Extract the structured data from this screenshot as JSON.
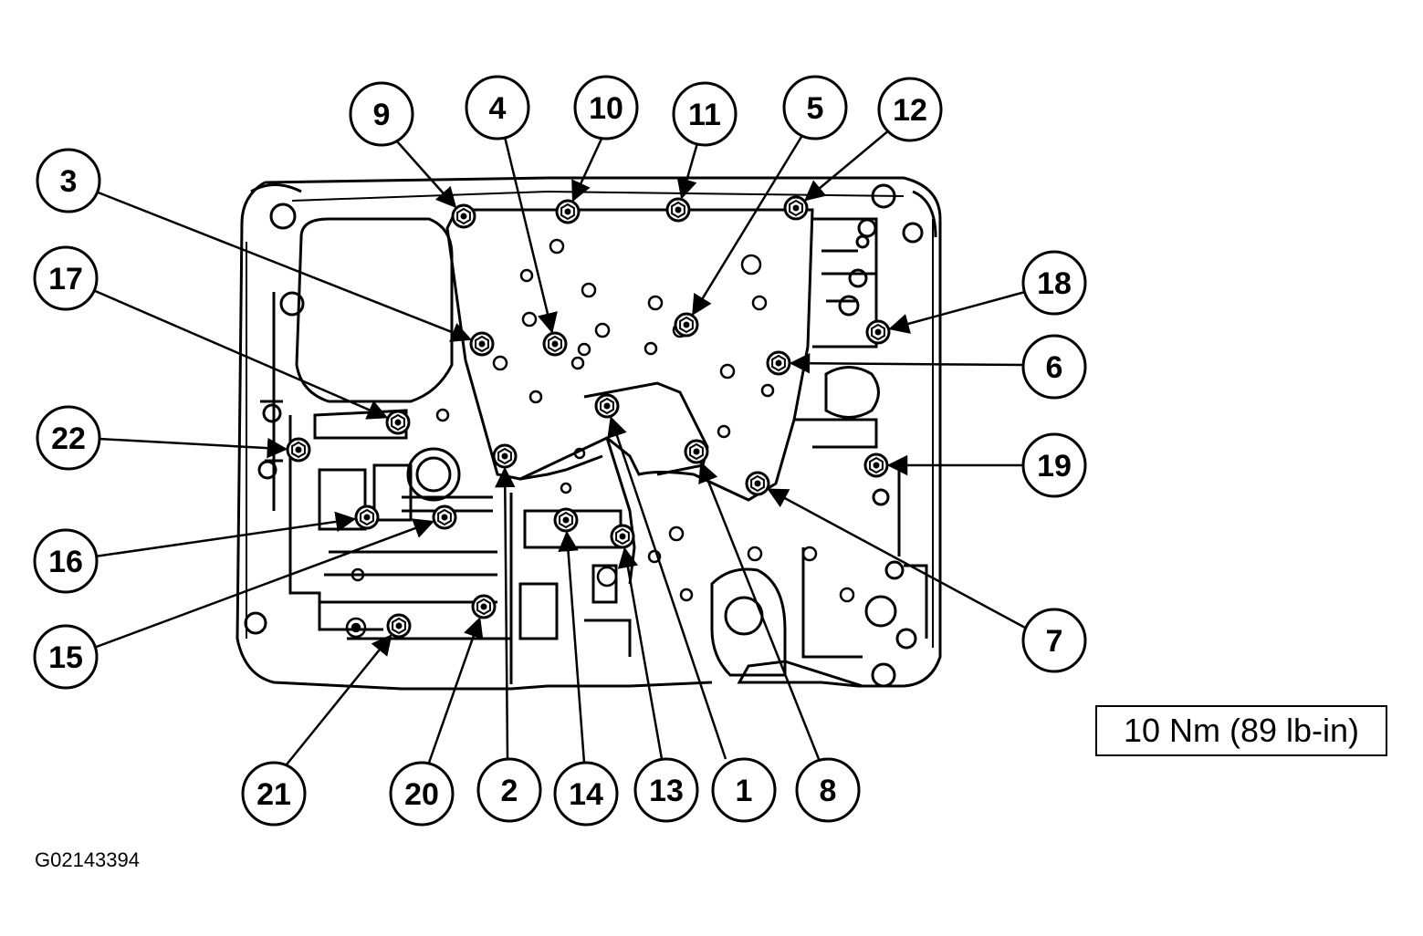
{
  "figure_id": "G02143394",
  "torque_spec": "10 Nm (89 lb-in)",
  "callouts": [
    {
      "id": "callout-1",
      "label": "1"
    },
    {
      "id": "callout-2",
      "label": "2"
    },
    {
      "id": "callout-3",
      "label": "3"
    },
    {
      "id": "callout-4",
      "label": "4"
    },
    {
      "id": "callout-5",
      "label": "5"
    },
    {
      "id": "callout-6",
      "label": "6"
    },
    {
      "id": "callout-7",
      "label": "7"
    },
    {
      "id": "callout-8",
      "label": "8"
    },
    {
      "id": "callout-9",
      "label": "9"
    },
    {
      "id": "callout-10",
      "label": "10"
    },
    {
      "id": "callout-11",
      "label": "11"
    },
    {
      "id": "callout-12",
      "label": "12"
    },
    {
      "id": "callout-13",
      "label": "13"
    },
    {
      "id": "callout-14",
      "label": "14"
    },
    {
      "id": "callout-15",
      "label": "15"
    },
    {
      "id": "callout-16",
      "label": "16"
    },
    {
      "id": "callout-17",
      "label": "17"
    },
    {
      "id": "callout-18",
      "label": "18"
    },
    {
      "id": "callout-19",
      "label": "19"
    },
    {
      "id": "callout-20",
      "label": "20"
    },
    {
      "id": "callout-21",
      "label": "21"
    },
    {
      "id": "callout-22",
      "label": "22"
    }
  ]
}
